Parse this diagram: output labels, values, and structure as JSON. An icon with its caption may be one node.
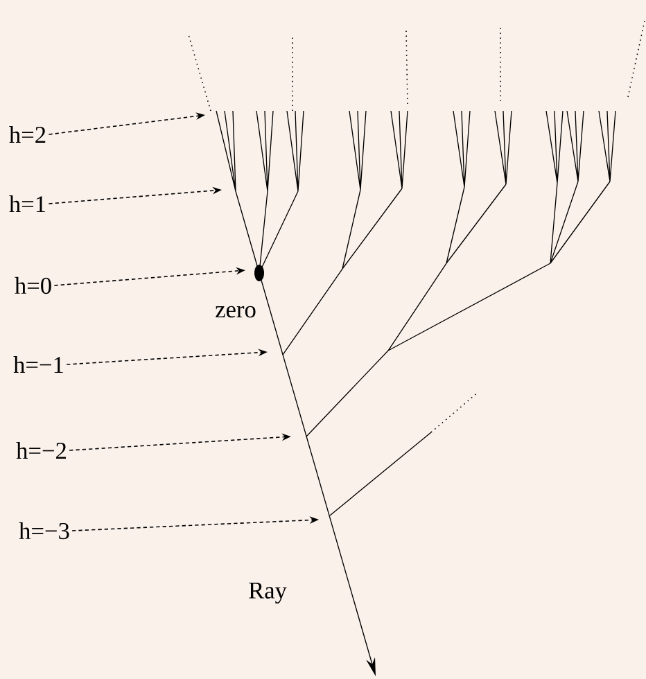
{
  "diagram": {
    "nodes": [
      {
        "text": [
          "h=2"
        ]
      },
      {
        "text": [
          "h=1"
        ]
      },
      {
        "text": [
          "h=0"
        ]
      },
      {
        "text": [
          "h=−1"
        ]
      },
      {
        "text": [
          "h=−2"
        ]
      },
      {
        "text": [
          "h=−3"
        ]
      }
    ],
    "edges": [
      {
        "from": 0,
        "to": null,
        "arrow": "to",
        "style": "dashed"
      },
      {
        "from": 1,
        "to": null,
        "arrow": "to",
        "style": "dashed"
      },
      {
        "from": 2,
        "to": null,
        "arrow": "to",
        "style": "dashed"
      },
      {
        "from": 3,
        "to": null,
        "arrow": "to",
        "style": "dashed"
      },
      {
        "from": 4,
        "to": null,
        "arrow": "to",
        "style": "dashed"
      },
      {
        "from": 5,
        "to": null,
        "arrow": "to",
        "style": "dashed"
      }
    ],
    "labels": [
      "zero",
      "Ray"
    ]
  }
}
